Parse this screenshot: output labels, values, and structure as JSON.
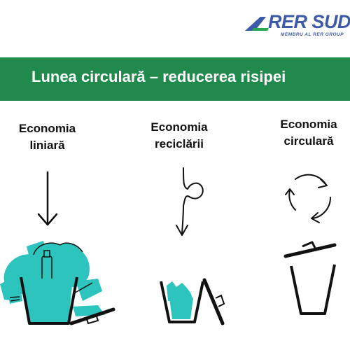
{
  "logo": {
    "brand": "RER SUD",
    "tagline": "MEMBRU AL RER GROUP",
    "color": "#3d5aa8"
  },
  "banner": {
    "title": "Lunea circulară – reducerea risipei",
    "color": "#1f8a4c"
  },
  "columns": [
    {
      "line1": "Economia",
      "line2": "liniară",
      "icon": "straight-down-arrow-icon"
    },
    {
      "line1": "Economia",
      "line2": "reciclării",
      "icon": "loop-arrow-icon"
    },
    {
      "line1": "Economia",
      "line2": "circulară",
      "icon": "circular-arrows-icon"
    }
  ],
  "colors": {
    "accent": "#2cc4bd",
    "ink": "#111111"
  }
}
